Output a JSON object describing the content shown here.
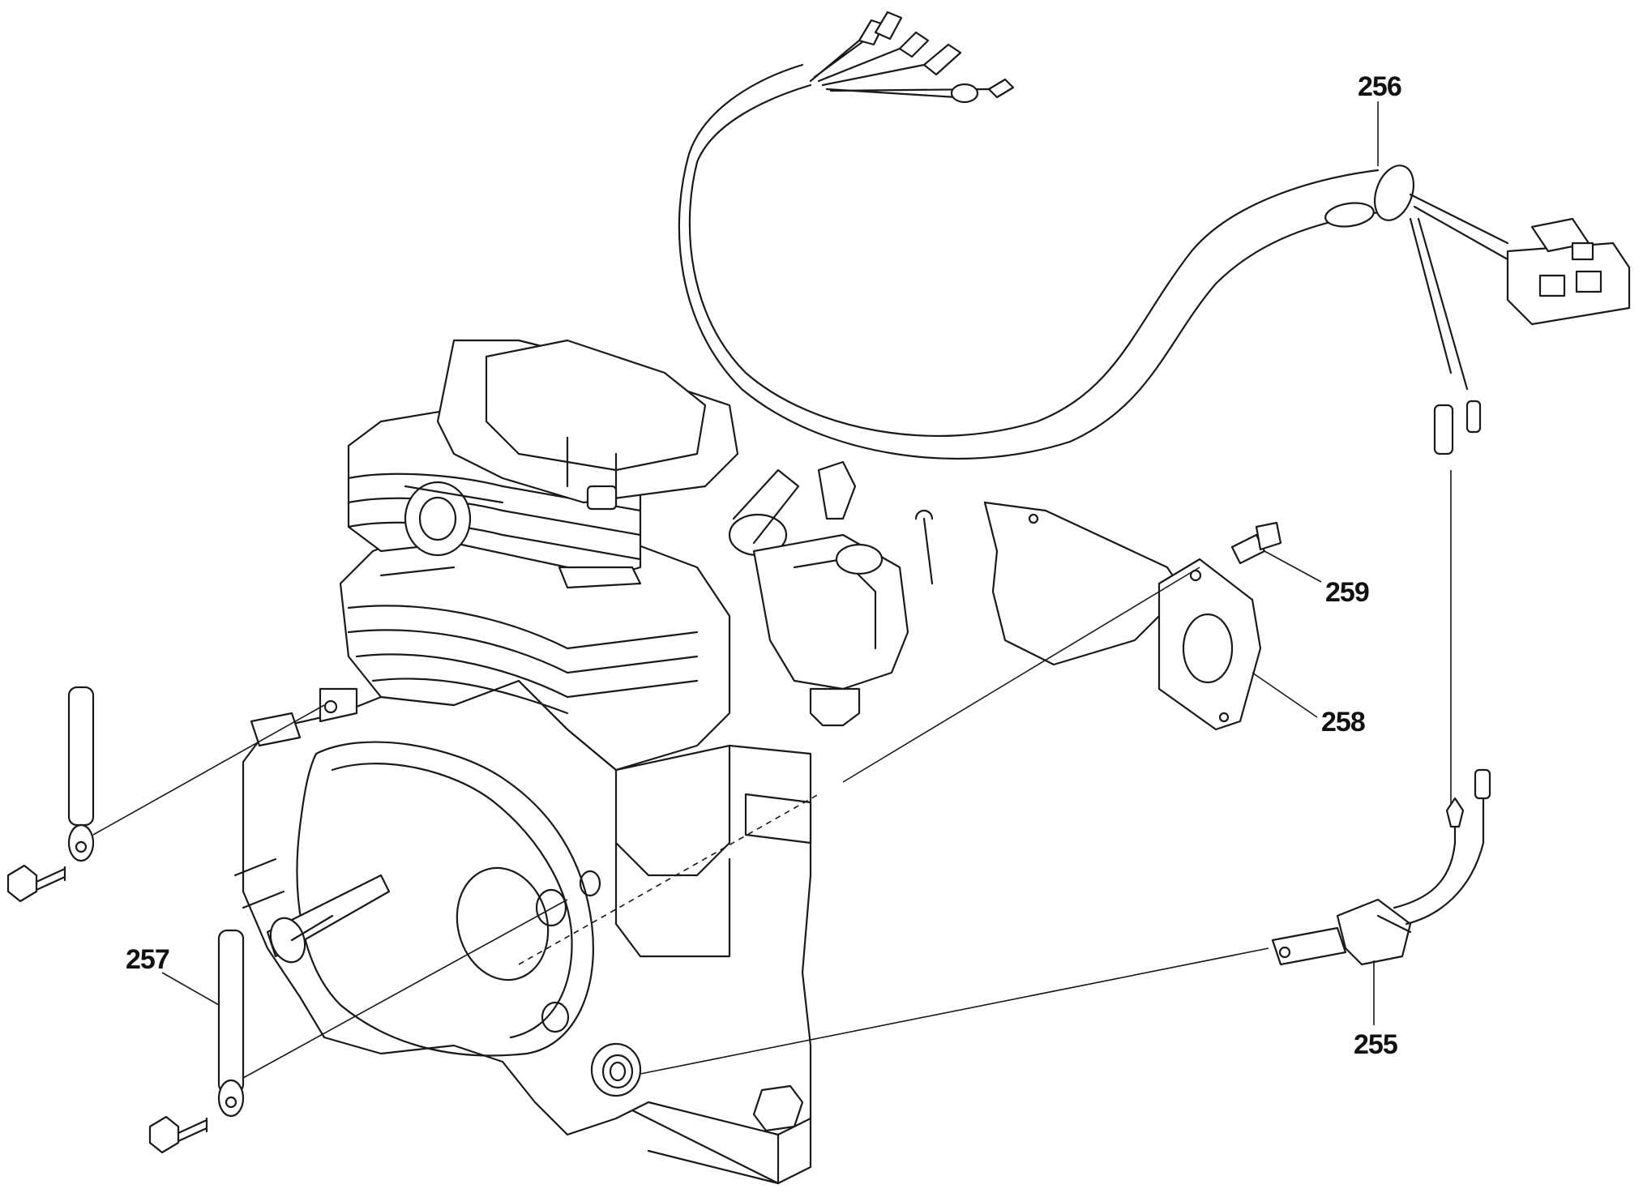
{
  "callouts": [
    {
      "id": "255",
      "part": "oil-sensor"
    },
    {
      "id": "256",
      "part": "wire-harness"
    },
    {
      "id": "257",
      "part": "ground-strap"
    },
    {
      "id": "258",
      "part": "bracket-plate"
    },
    {
      "id": "259",
      "part": "bolt"
    }
  ],
  "colors": {
    "line": "#1a1a1a",
    "background": "#ffffff"
  }
}
